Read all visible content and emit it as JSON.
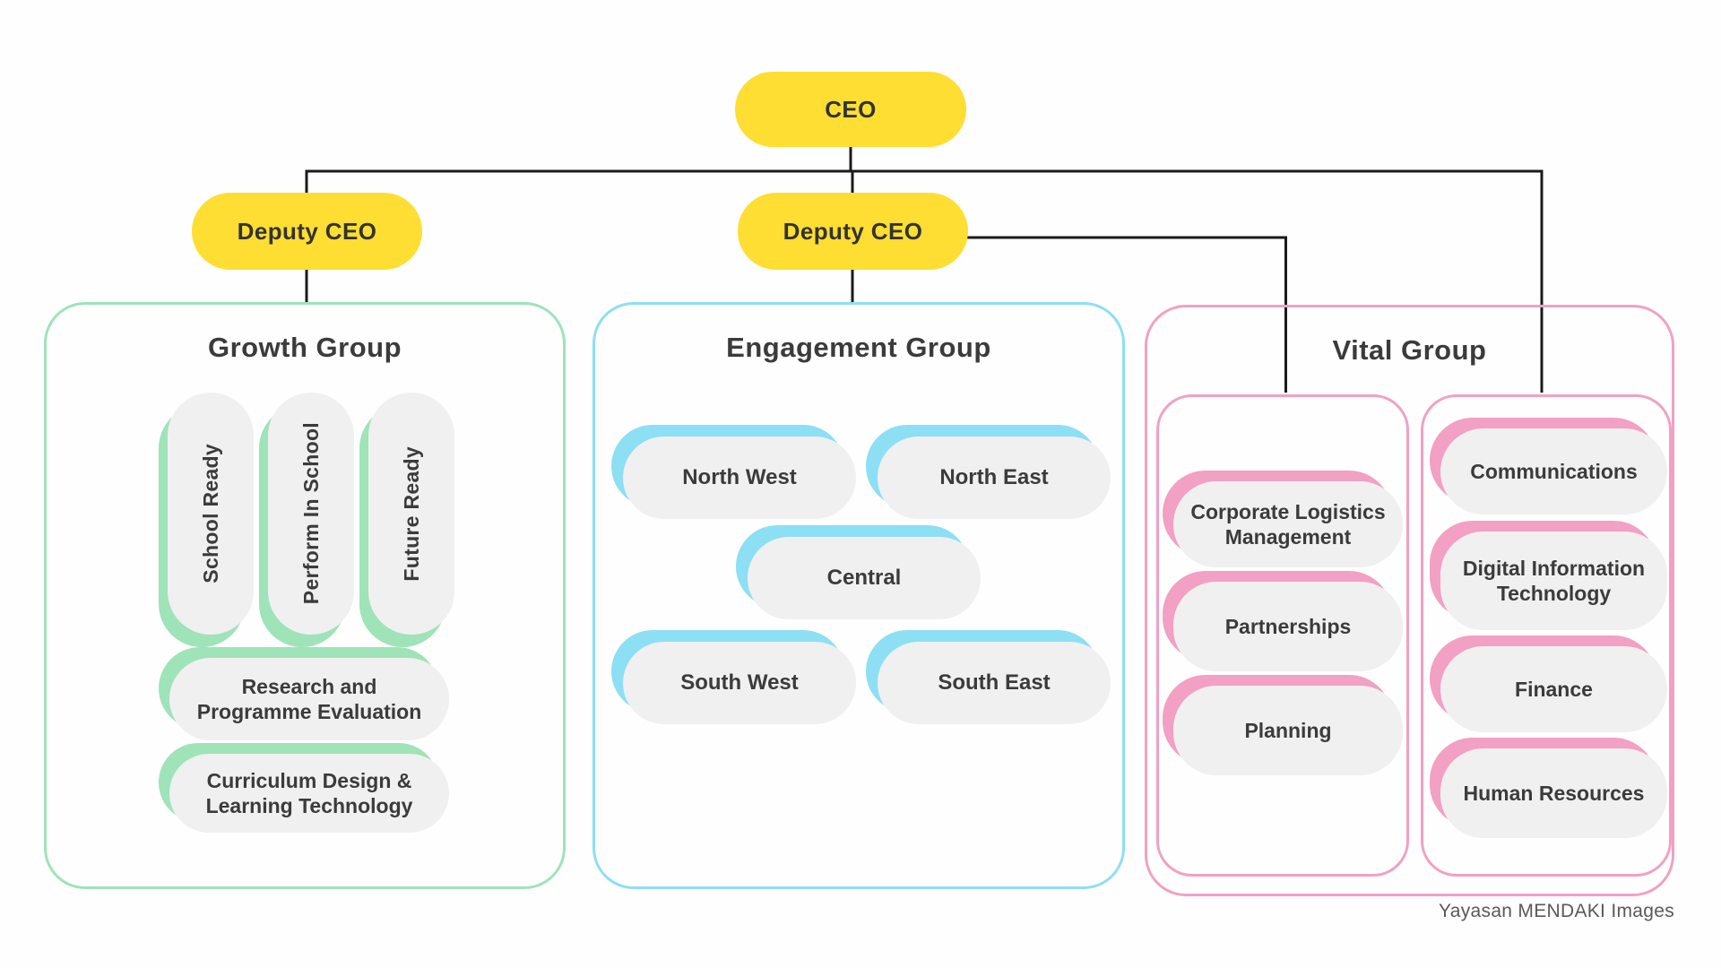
{
  "nodes": {
    "ceo": "CEO",
    "deputy_left": "Deputy CEO",
    "deputy_right": "Deputy CEO"
  },
  "groups": {
    "growth": {
      "title": "Growth Group",
      "vertical_pills": [
        "School Ready",
        "Perform In School",
        "Future Ready"
      ],
      "pills": [
        "Research and Programme Evaluation",
        "Curriculum Design  & Learning Technology"
      ]
    },
    "engagement": {
      "title": "Engagement Group",
      "pills": [
        "North West",
        "North East",
        "Central",
        "South West",
        "South East"
      ]
    },
    "vital": {
      "title": "Vital Group",
      "left": {
        "pills": [
          "Corporate Logistics Management",
          "Partnerships",
          "Planning"
        ]
      },
      "right": {
        "pills": [
          "Communications",
          "Digital Information Technology",
          "Finance",
          "Human Resources"
        ]
      }
    }
  },
  "caption": {
    "text": "Yayasan MENDAKI Images"
  },
  "colors": {
    "node_yellow": "#FFDE33",
    "growth_green": "#9FE3B9",
    "engagement_cyan": "#8DDFF4",
    "vital_pink": "#F2A0C3",
    "pill_gray": "#F0F0F0",
    "text_dark": "#3B3B3B",
    "connector_black": "#1A1A1A",
    "caption_gray": "#595959"
  }
}
